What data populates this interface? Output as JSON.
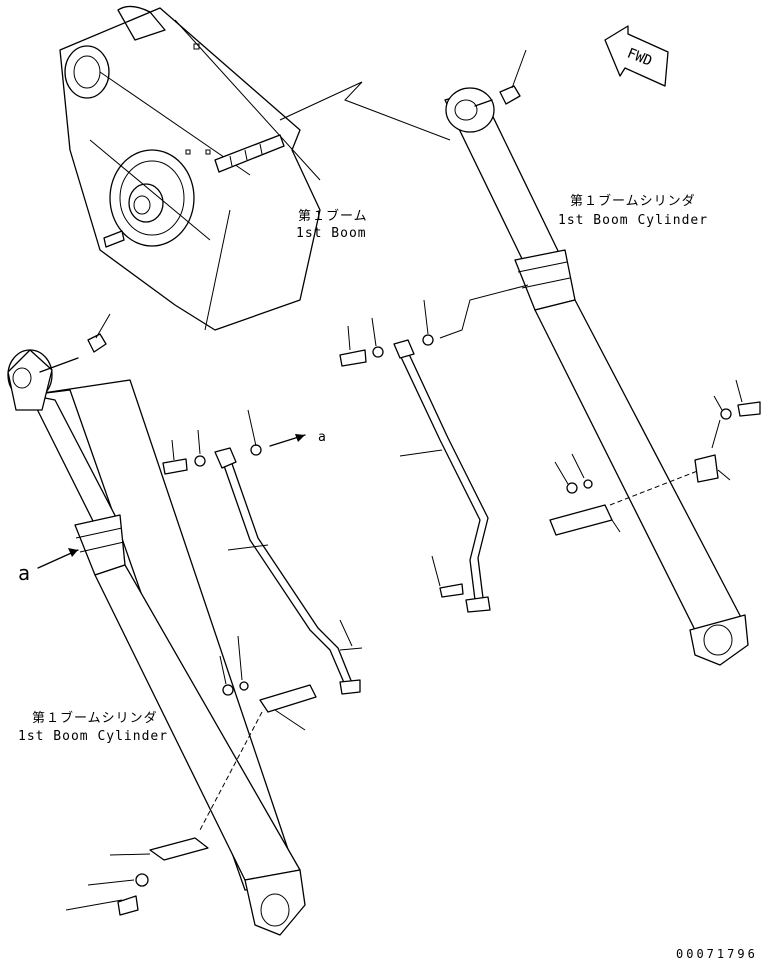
{
  "boom": {
    "label_jp": "第１ブーム",
    "label_en": "1st Boom"
  },
  "cylinder_right": {
    "label_jp": "第１ブームシリンダ",
    "label_en": "1st Boom Cylinder"
  },
  "cylinder_left": {
    "label_jp": "第１ブームシリンダ",
    "label_en": "1st Boom Cylinder"
  },
  "fwd_label": "FWD",
  "view_marker": "a",
  "view_marker_target": "a",
  "drawing_number": "00071796",
  "colors": {
    "line": "#000000",
    "background": "#ffffff"
  }
}
